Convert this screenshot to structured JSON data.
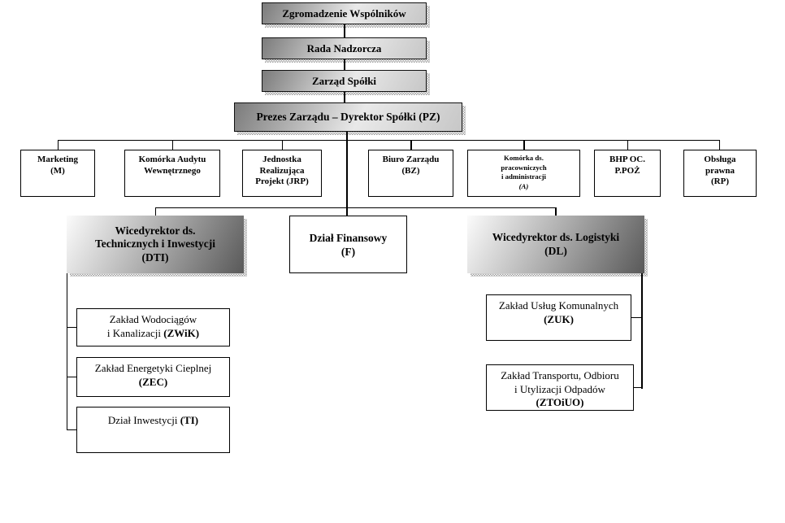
{
  "colors": {
    "background": "#ffffff",
    "connector_line": "#000000",
    "box_border": "#000000",
    "gradient_dark": "#595959",
    "gradient_light": "#fbfbfb"
  },
  "hierarchy": {
    "level1": {
      "label": "Zgromadzenie Wspólników"
    },
    "level2": {
      "label": "Rada Nadzorcza"
    },
    "level3": {
      "label": "Zarząd Spółki"
    },
    "level4": {
      "label": "Prezes Zarządu – Dyrektor Spółki (PZ)"
    },
    "staff_units": [
      {
        "line1": "Marketing",
        "line2": "(M)"
      },
      {
        "line1": "Komórka Audytu",
        "line2": "Wewnętrznego"
      },
      {
        "line1": "Jednostka",
        "line2": "Realizująca",
        "line3": "Projekt (JRP)"
      },
      {
        "line1": "Biuro Zarządu",
        "line2": "(BZ)"
      },
      {
        "line1": "Komórka ds.",
        "line2": "pracowniczych",
        "line3": "i administracji",
        "line4": "(A)"
      },
      {
        "line1": "BHP OC.",
        "line2": "P.POŻ"
      },
      {
        "line1": "Obsługa",
        "line2": "prawna",
        "line3": "(RP)"
      }
    ],
    "executives": {
      "dti": {
        "line1": "Wicedyrektor ds.",
        "line2": "Technicznych i Inwestycji",
        "line3": "(DTI)"
      },
      "f": {
        "line1": "Dział Finansowy",
        "line2": "(F)"
      },
      "dl": {
        "line1": "Wicedyrektor ds. Logistyki",
        "line2": "(DL)"
      }
    },
    "dti_departments": [
      {
        "line1": "Zakład Wodociągów",
        "line2": "i Kanalizacji",
        "acronym": "(ZWiK)"
      },
      {
        "line1": "Zakład Energetyki Cieplnej",
        "acronym": "(ZEC)"
      },
      {
        "line1": "Dział Inwestycji",
        "acronym": "(TI)"
      }
    ],
    "dl_departments": [
      {
        "line1": "Zakład Usług Komunalnych",
        "acronym": "(ZUK)"
      },
      {
        "line1": "Zakład Transportu, Odbioru",
        "line2": "i Utylizacji Odpadów",
        "acronym": "(ZTOiUO)"
      }
    ]
  }
}
